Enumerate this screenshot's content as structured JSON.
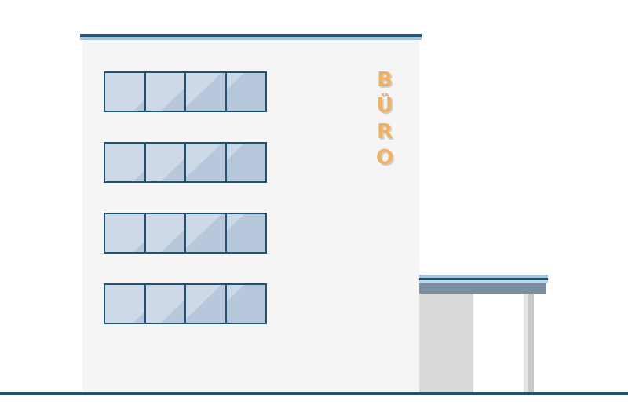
{
  "sign": {
    "letters": [
      "B",
      "Ü",
      "R",
      "O"
    ]
  },
  "colors": {
    "outline": "#1e5473",
    "roof_light": "#a9c3da",
    "facade": "#f5f5f5",
    "glass": "#cdd9e6",
    "glass_reflection": "#b7c8dc",
    "sign_letters": "#f1b25d",
    "annex_fascia": "#7b8da2",
    "annex_wall": "#dadada"
  },
  "windows": {
    "rows": 4,
    "panes_per_row": 4
  }
}
